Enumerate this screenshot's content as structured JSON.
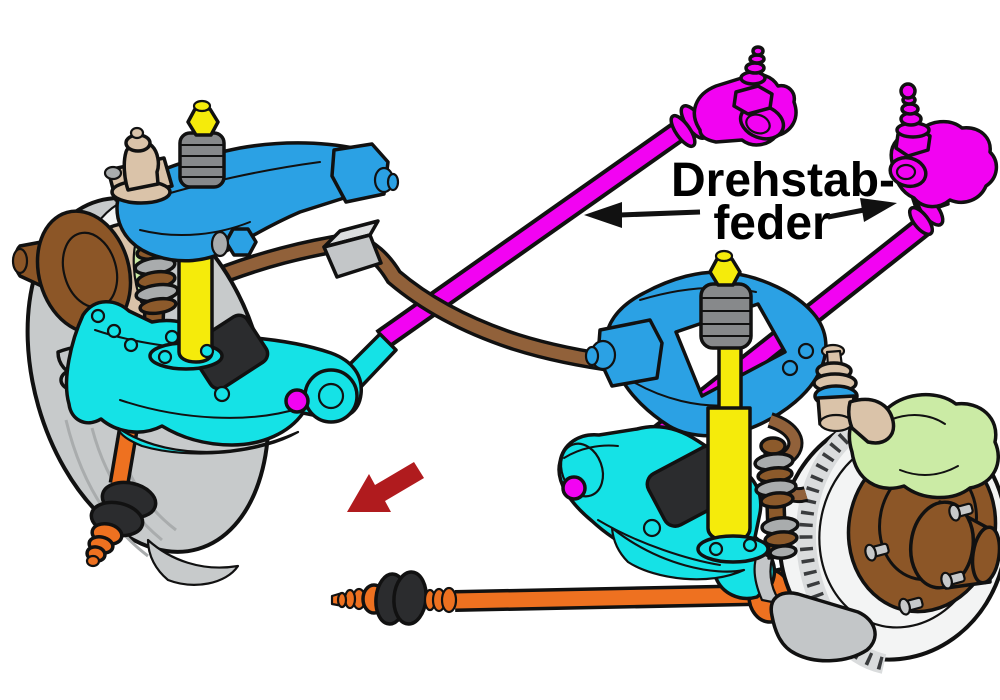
{
  "label": {
    "line1": "Drehstab-",
    "line2": "feder"
  },
  "annotation": {
    "points_to": "torsion bars",
    "left_arrow": "thin black arrow to left torsion bar",
    "right_arrow": "thin black arrow to right torsion bar",
    "direction_arrow": "solid dark red arrow pointing down-left"
  },
  "parts_depicted": [
    "torsion bar (Drehstabfeder)",
    "torsion bar rear anchor with adjuster",
    "upper control arm",
    "lower control arm",
    "shock absorber with rubber boot",
    "strut rod with rubber bushings",
    "stabilizer link",
    "brake hose",
    "drum brake backing plate with hub",
    "brake disc with hub and wheel studs",
    "brake caliper",
    "bump stop",
    "ball joint",
    "steering knuckle"
  ],
  "colors": {
    "outline": "#111111",
    "text": "#000000",
    "background": "#FFFFFF",
    "torsion_bar": "#F203F2",
    "upper_control_arm": "#2BA1E4",
    "lower_control_arm": "#15E2E6",
    "shock_absorber": "#F5EB0B",
    "strut_rod": "#EE7120",
    "stabilizer_link": "#8C5A2B",
    "brake_hose": "#91613A",
    "hub": "#8C5627",
    "brake_disc": "#F3F4F4",
    "disc_shade": "#DADCDD",
    "vent": "#3A3C3E",
    "caliper": "#CBEBA5",
    "backing_plate": "#C7CACB",
    "backing_plate_light": "#F4F4F4",
    "ball_joint": "#DAC3A9",
    "bump_stop": "#2B2C2E",
    "boot": "#87898B",
    "washer": "#A9ACAD",
    "bracket": "#C3C6C8",
    "bracket_top": "#DCDEDF",
    "stud": "#C7C9CA",
    "direction_arrow": "#B01B1E"
  }
}
